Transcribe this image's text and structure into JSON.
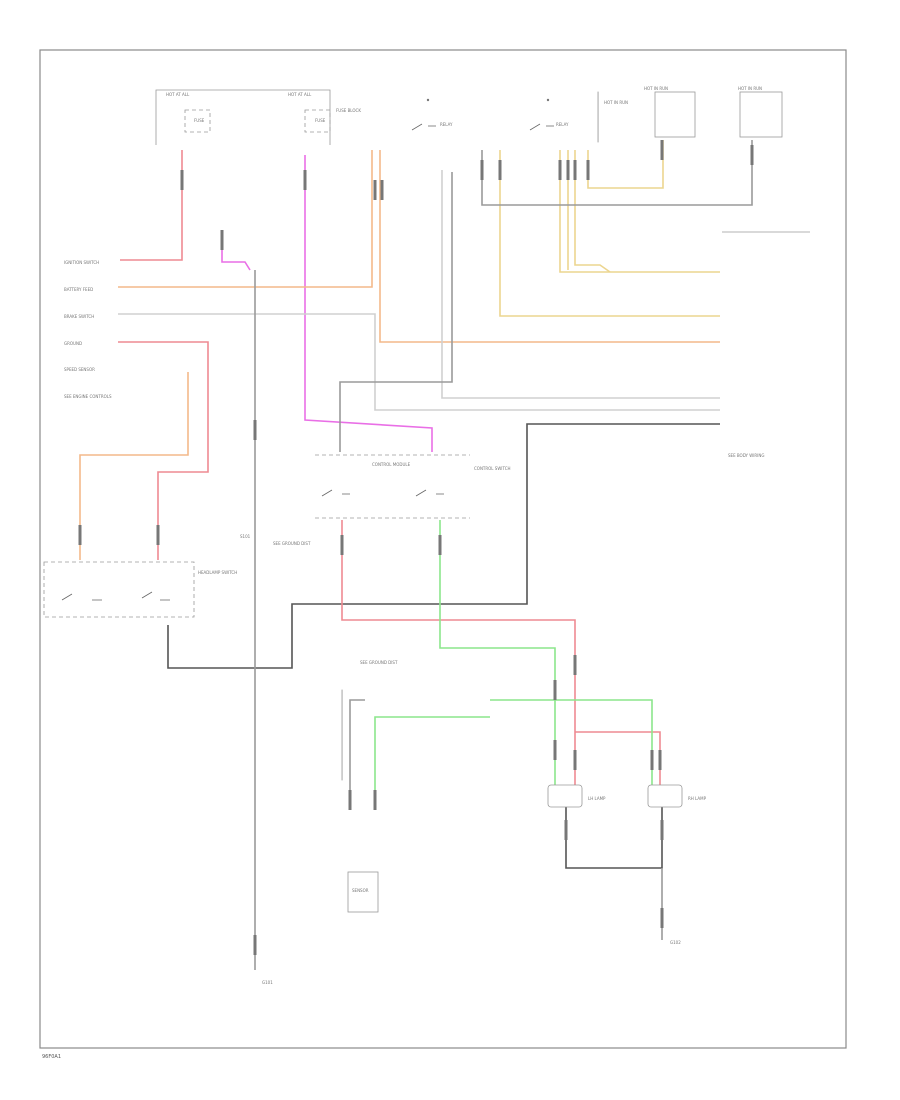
{
  "diagram_id": "96F0A1",
  "colors": {
    "red": "#ee8a92",
    "pink": "#e96fe6",
    "orange": "#f3b98a",
    "yellow": "#ecd58f",
    "gray": "#9a9a9a",
    "black": "#555555",
    "lightgray": "#d0d0d0",
    "green": "#8ce68c",
    "blue": "#8f8fe8"
  },
  "labels": {
    "hot_at_all_times_1": "HOT AT ALL",
    "hot_at_all_times_2": "HOT AT ALL",
    "fuse_a": "FUSE",
    "fuse_b": "FUSE",
    "fuse_block": "FUSE BLOCK",
    "relay_a": "RELAY",
    "relay_b": "RELAY",
    "relay_block_1": "HOT IN RUN",
    "relay_block_2": "HOT IN RUN",
    "input_1": "IGNITION SWITCH",
    "input_2": "BATTERY FEED",
    "input_3": "BRAKE SWITCH",
    "input_4": "GROUND",
    "input_5": "SPEED SENSOR",
    "left_note": "SEE ENGINE CONTROLS",
    "splice": "S101",
    "headlamp_sw": "HEADLAMP SWITCH",
    "module": "CONTROL MODULE",
    "module_2": "CONTROL SWITCH",
    "ground_a": "G101",
    "ground_b": "G102",
    "lh_lamp": "LH LAMP",
    "rh_lamp": "RH LAMP",
    "connector_note": "SEE GROUND DIST",
    "right_ref": "SEE BODY WIRING",
    "sensor": "SENSOR"
  }
}
